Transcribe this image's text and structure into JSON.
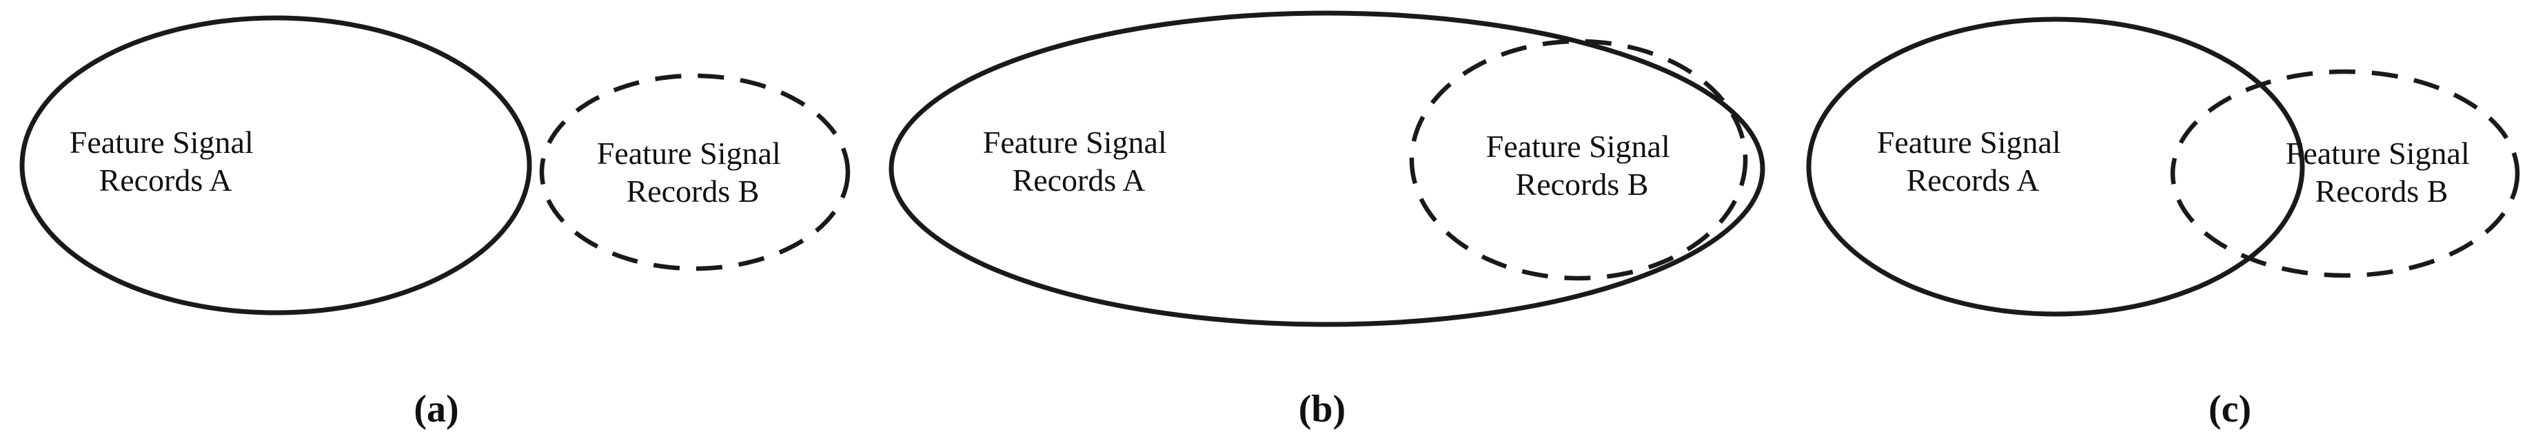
{
  "figure": {
    "background_color": "#ffffff",
    "line_color": "#1a1a1a",
    "text_color": "#111111",
    "panels": [
      {
        "id": "a",
        "caption": "(a)",
        "relationship": "disjoint",
        "setA": {
          "style": "solid-outline",
          "line1": "Feature Signal",
          "line2": "Records A"
        },
        "setB": {
          "style": "dashed-outline",
          "line1": "Feature Signal",
          "line2": "Records B"
        }
      },
      {
        "id": "b",
        "caption": "(b)",
        "relationship": "subset-B-inside-A",
        "setA": {
          "style": "solid-outline",
          "line1": "Feature Signal",
          "line2": "Records A"
        },
        "setB": {
          "style": "dashed-outline",
          "line1": "Feature Signal",
          "line2": "Records B"
        }
      },
      {
        "id": "c",
        "caption": "(c)",
        "relationship": "partial-overlap",
        "setA": {
          "style": "solid-outline",
          "line1": "Feature Signal",
          "line2": "Records A"
        },
        "setB": {
          "style": "dashed-outline",
          "line1": "Feature Signal",
          "line2": "Records B"
        }
      }
    ]
  }
}
